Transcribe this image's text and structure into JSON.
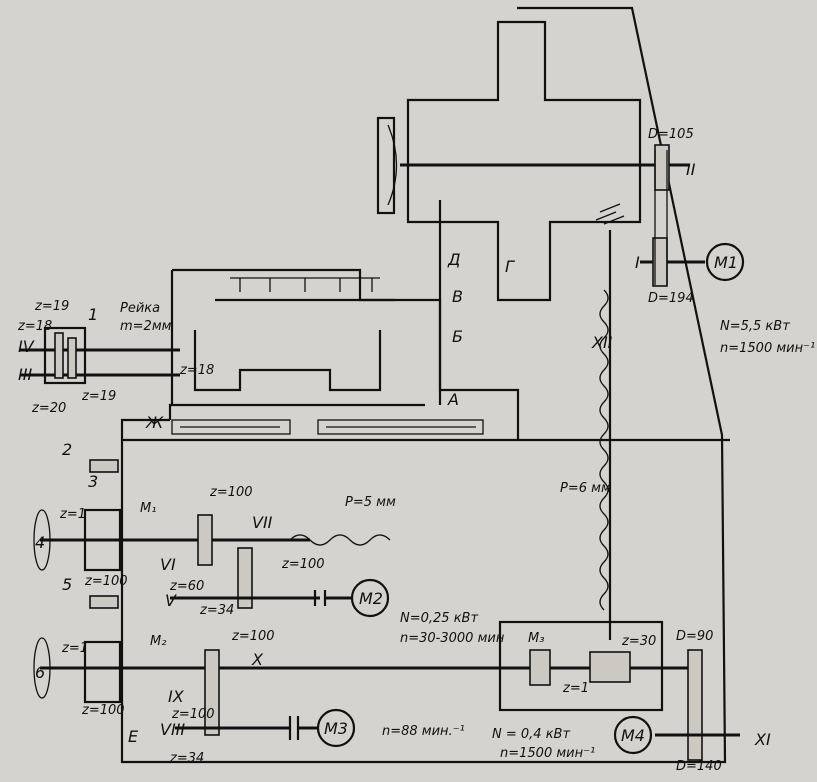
{
  "section_labels": {
    "a": "А",
    "b": "Б",
    "v": "В",
    "g": "Г",
    "d": "Д",
    "e": "Е",
    "zh": "Ж"
  },
  "shafts": {
    "i": "I",
    "ii": "II",
    "iii": "III",
    "iv": "IV",
    "v": "V",
    "vi": "VI",
    "vii": "VII",
    "viii": "VIII",
    "ix": "IX",
    "x": "X",
    "xi": "XI",
    "xii": "XII"
  },
  "numbers": {
    "n1": "1",
    "n2": "2",
    "n3": "3",
    "n4": "4",
    "n5": "5",
    "n6": "6"
  },
  "motors": {
    "m1": {
      "name": "M1",
      "power": "N=5,5 кВт",
      "speed": "n=1500 мин⁻¹"
    },
    "m2": {
      "name": "M2",
      "power": "N=0,25 кВт",
      "speed": "n=30-3000 мин"
    },
    "m3": {
      "name": "M3",
      "speed": "n=88 мин.⁻¹"
    },
    "m4": {
      "name": "M4",
      "power": "N = 0,4 кВт",
      "speed": "n=1500 мин⁻¹"
    }
  },
  "clutches": {
    "m1": "M₁",
    "m2": "M₂",
    "m3": "M₃"
  },
  "pulleys": {
    "d105": "D=105",
    "d194": "D=194",
    "d90": "D=90",
    "d140": "D=140"
  },
  "rack": {
    "title": "Рейка",
    "module": "m=2мм"
  },
  "screws": {
    "p5": "P=5 мм",
    "p6": "P=6 мм"
  },
  "gears": {
    "z19a": "z=19",
    "z18a": "z=18",
    "z20": "z=20",
    "z19b": "z=19",
    "z18b": "z=18",
    "z1a": "z=1",
    "z100a": "z=100",
    "z100b": "z=100",
    "z60": "z=60",
    "z34a": "z=34",
    "z100c": "z=100",
    "z1b": "z=1",
    "z100d": "z=100",
    "z100e": "z=100",
    "z100f": "z=100",
    "z34b": "z=34",
    "z30": "z=30",
    "z1c": "z=1"
  }
}
